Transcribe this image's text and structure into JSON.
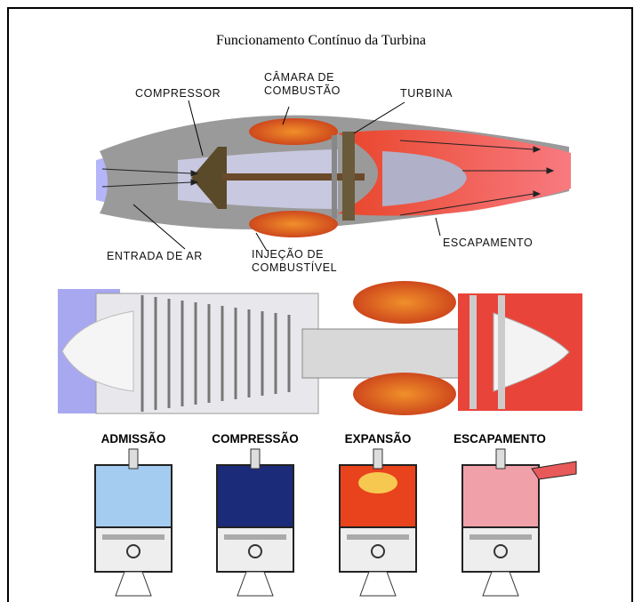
{
  "title": "Funcionamento Contínuo da Turbina",
  "top_diagram": {
    "labels": {
      "compressor": "COMPRESSOR",
      "camara_line1": "CÂMARA DE",
      "camara_line2": "COMBUSTÃO",
      "turbina": "TURBINA",
      "entrada": "ENTRADA DE AR",
      "injecao_line1": "INJEÇÃO DE",
      "injecao_line2": "COMBUSTÍVEL",
      "escapamento": "ESCAPAMENTO"
    }
  },
  "stages": [
    {
      "label": "ADMISSÃO",
      "fill": "#9cc8f0"
    },
    {
      "label": "COMPRESSÃO",
      "fill": "#1c2a7a"
    },
    {
      "label": "EXPANSÃO",
      "fill": "#e8431c"
    },
    {
      "label": "ESCAPAMENTO",
      "fill": "#f0a0a8"
    }
  ],
  "colors": {
    "intake": "#b8b8f0",
    "hot": "#e84a2a",
    "casing": "#a8a8a8"
  }
}
